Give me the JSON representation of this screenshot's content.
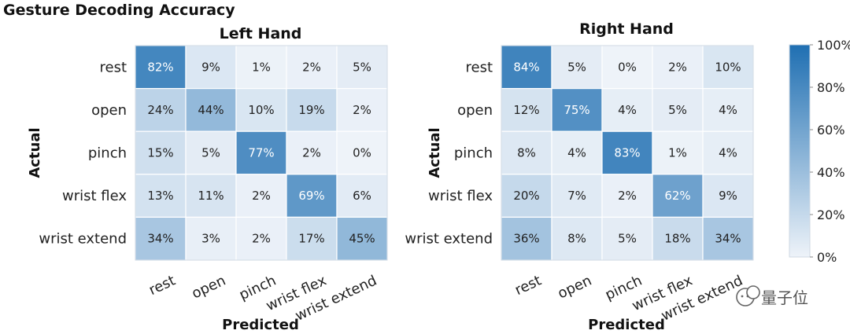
{
  "chart_data": {
    "type": "heatmap",
    "title": "Gesture Decoding Accuracy",
    "colorbar": {
      "ticks": [
        "100%",
        "80%",
        "60%",
        "40%",
        "20%",
        "0%"
      ],
      "range": [
        0,
        100
      ],
      "colors": [
        "#eef3f9",
        "#1f6fb2"
      ]
    },
    "panels": [
      {
        "title": "Left Hand",
        "xlabel": "Predicted",
        "ylabel": "Actual",
        "rows": [
          "rest",
          "open",
          "pinch",
          "wrist flex",
          "wrist extend"
        ],
        "cols": [
          "rest",
          "open",
          "pinch",
          "wrist flex",
          "wrist extend"
        ],
        "values": [
          [
            82,
            9,
            1,
            2,
            5
          ],
          [
            24,
            44,
            10,
            19,
            2
          ],
          [
            15,
            5,
            77,
            2,
            0
          ],
          [
            13,
            11,
            2,
            69,
            6
          ],
          [
            34,
            3,
            2,
            17,
            45
          ]
        ]
      },
      {
        "title": "Right Hand",
        "xlabel": "Predicted",
        "ylabel": "Actual",
        "rows": [
          "rest",
          "open",
          "pinch",
          "wrist flex",
          "wrist extend"
        ],
        "cols": [
          "rest",
          "open",
          "pinch",
          "wrist flex",
          "wrist extend"
        ],
        "values": [
          [
            84,
            5,
            0,
            2,
            10
          ],
          [
            12,
            75,
            4,
            5,
            4
          ],
          [
            8,
            4,
            83,
            1,
            4
          ],
          [
            20,
            7,
            2,
            62,
            9
          ],
          [
            36,
            8,
            5,
            18,
            34
          ]
        ]
      }
    ]
  },
  "watermark": {
    "text": "量子位",
    "icon": "wechat-icon"
  }
}
